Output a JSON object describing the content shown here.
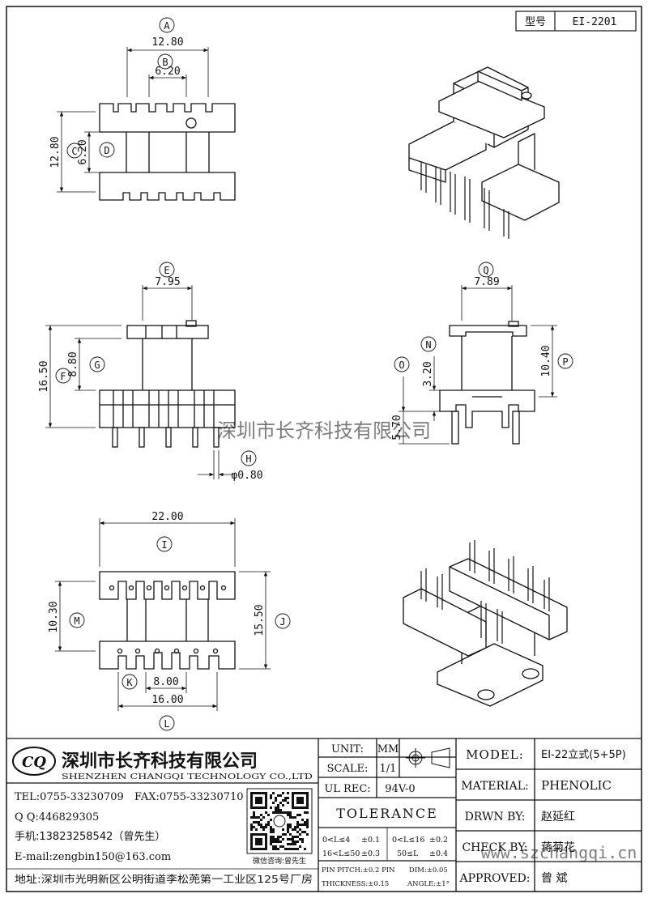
{
  "header": {
    "model_label": "型号",
    "model_value": "EI-2201"
  },
  "watermark": {
    "text": "深圳市长齐科技有限公司",
    "url": "www.szchangqi.cn"
  },
  "views": {
    "top": {
      "dims": {
        "a": {
          "letter": "A",
          "value": "12.80"
        },
        "b": {
          "letter": "B",
          "value": "6.20"
        },
        "c": {
          "letter": "C",
          "value": "12.80"
        },
        "d": {
          "letter": "D",
          "value": "6.20"
        }
      }
    },
    "front": {
      "dims": {
        "e": {
          "letter": "E",
          "value": "7.95"
        },
        "f": {
          "letter": "F",
          "value": "16.50"
        },
        "g": {
          "letter": "G",
          "value": "8.80"
        },
        "h": {
          "letter": "H",
          "value": "φ0.80"
        }
      }
    },
    "side": {
      "dims": {
        "q": {
          "letter": "Q",
          "value": "7.89"
        },
        "n": {
          "letter": "N",
          "value": "3.20"
        },
        "o": {
          "letter": "O",
          "value": "5.70"
        },
        "p": {
          "letter": "P",
          "value": "10.40"
        }
      }
    },
    "bottom": {
      "dims": {
        "i": {
          "letter": "I",
          "value": "22.00"
        },
        "m": {
          "letter": "M",
          "value": "10.30"
        },
        "j": {
          "letter": "J",
          "value": "15.50"
        },
        "k": {
          "letter": "K",
          "value": "8.00"
        },
        "l": {
          "letter": "L",
          "value": "16.00"
        }
      }
    }
  },
  "title_block": {
    "company": {
      "name_cn": "深圳市长齐科技有限公司",
      "name_en": "SHENZHEN CHANGQI TECHNOLOGY CO.,LTD",
      "logo_text": "CQ",
      "tel": "TEL:0755-33230709",
      "fax": "FAX:0755-33230710",
      "qq": "Q Q:446829305",
      "mobile": "手机:13823258542（曾先生）",
      "email": "E-mail:zengbin150@163.com",
      "address": "地址:深圳市光明新区公明街道李松蔸第一工业区125号厂房",
      "qr_caption": "微信咨询:曾先生"
    },
    "unit_label": "UNIT:",
    "unit_value": "MM",
    "scale_label": "SCALE:",
    "scale_value": "1/1",
    "ul_label": "UL REC:",
    "ul_value": "94V-0",
    "tolerance_label": "TOLERANCE",
    "tolerances": {
      "r1a": "0<L≤4",
      "r1a_v": "±0.1",
      "r1b": "0<L≤16",
      "r1b_v": "±0.2",
      "r2a": "16<L≤50",
      "r2a_v": "±0.3",
      "r2b": "50≤L",
      "r2b_v": "±0.4",
      "pin": "PIN PITCH:±0.2 PIN",
      "dim": "DIM:±0.05",
      "thick": "THICKNESS:±0.15",
      "angle": "ANGLE:±1°"
    },
    "model_label": "MODEL:",
    "model_value": "EI-22立式(5+5P)",
    "material_label": "MATERIAL:",
    "material_value": "PHENOLIC",
    "drawn_label": "DRWN BY:",
    "drawn_value": "赵延红",
    "check_label": "CHECK BY:",
    "check_value": "蒋菊花",
    "approved_label": "APPROVED:",
    "approved_value": "曾  斌"
  }
}
